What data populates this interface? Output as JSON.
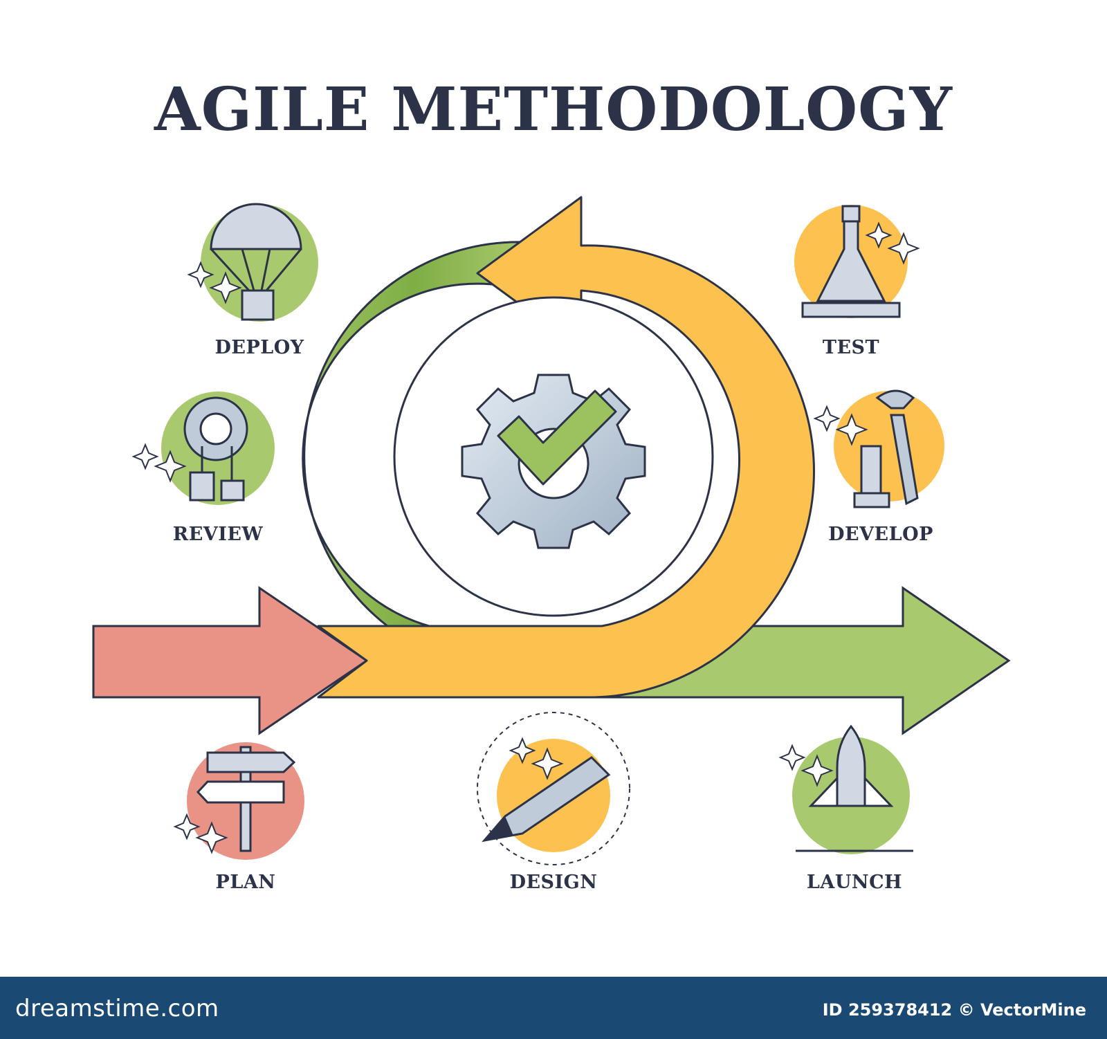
{
  "title": "AGILE METHODOLOGY",
  "stages": {
    "deploy": "DEPLOY",
    "review": "REVIEW",
    "plan": "PLAN",
    "design": "DESIGN",
    "launch": "LAUNCH",
    "develop": "DEVELOP",
    "test": "TEST"
  },
  "footer": {
    "brand": "dreamstime.com",
    "id_credit": "ID 259378412 © VectorMine"
  },
  "colors": {
    "green": "#a9c96e",
    "yellow": "#fcc14f",
    "red": "#e99286",
    "outline": "#2c3348",
    "gear": "#bfcbd8",
    "footer": "#1a4a73"
  }
}
